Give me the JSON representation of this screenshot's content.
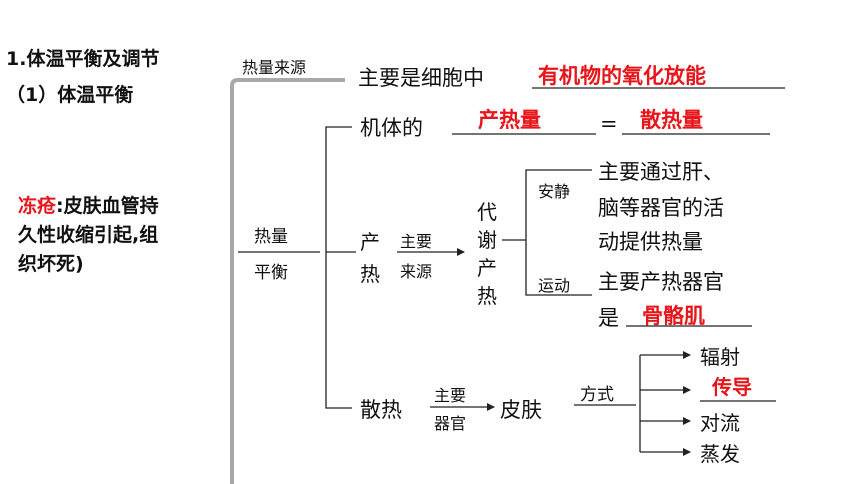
{
  "left": {
    "title1": "1.体温平衡及调节",
    "title2": "（1）体温平衡",
    "frost_label": "冻疮",
    "frost_line1": ":皮肤血管持",
    "frost_line2": "久性收缩引起,组",
    "frost_line3": "织坏死)"
  },
  "diagram": {
    "heat_source_label": "热量来源",
    "heat_source_text": "主要是细胞中",
    "heat_source_answer": "有机物的氧化放能",
    "balance_label_top": "热量",
    "balance_label_bottom": "平衡",
    "body_text": "机体的",
    "heat_production_answer": "产热量",
    "equals": "=",
    "heat_dissipation_answer": "散热量",
    "production_label_top": "产",
    "production_label_bottom": "热",
    "main_source_top": "主要",
    "main_source_bottom": "来源",
    "metabolic": "代谢产热",
    "rest_label": "安静",
    "rest_text_1": "主要通过肝、",
    "rest_text_2": "脑等器官的活",
    "rest_text_3": "动提供热量",
    "exercise_label": "运动",
    "exercise_text_1": "主要产热器官",
    "exercise_text_2": "是",
    "exercise_answer": "骨骼肌",
    "dissipation_label": "散热",
    "main_organ_top": "主要",
    "main_organ_bottom": "器官",
    "skin": "皮肤",
    "method_label": "方式",
    "methods": [
      "辐射",
      "传导",
      "对流",
      "蒸发"
    ]
  },
  "colors": {
    "answer": "#e8161b",
    "gray_bracket": "#a9a9a9"
  }
}
